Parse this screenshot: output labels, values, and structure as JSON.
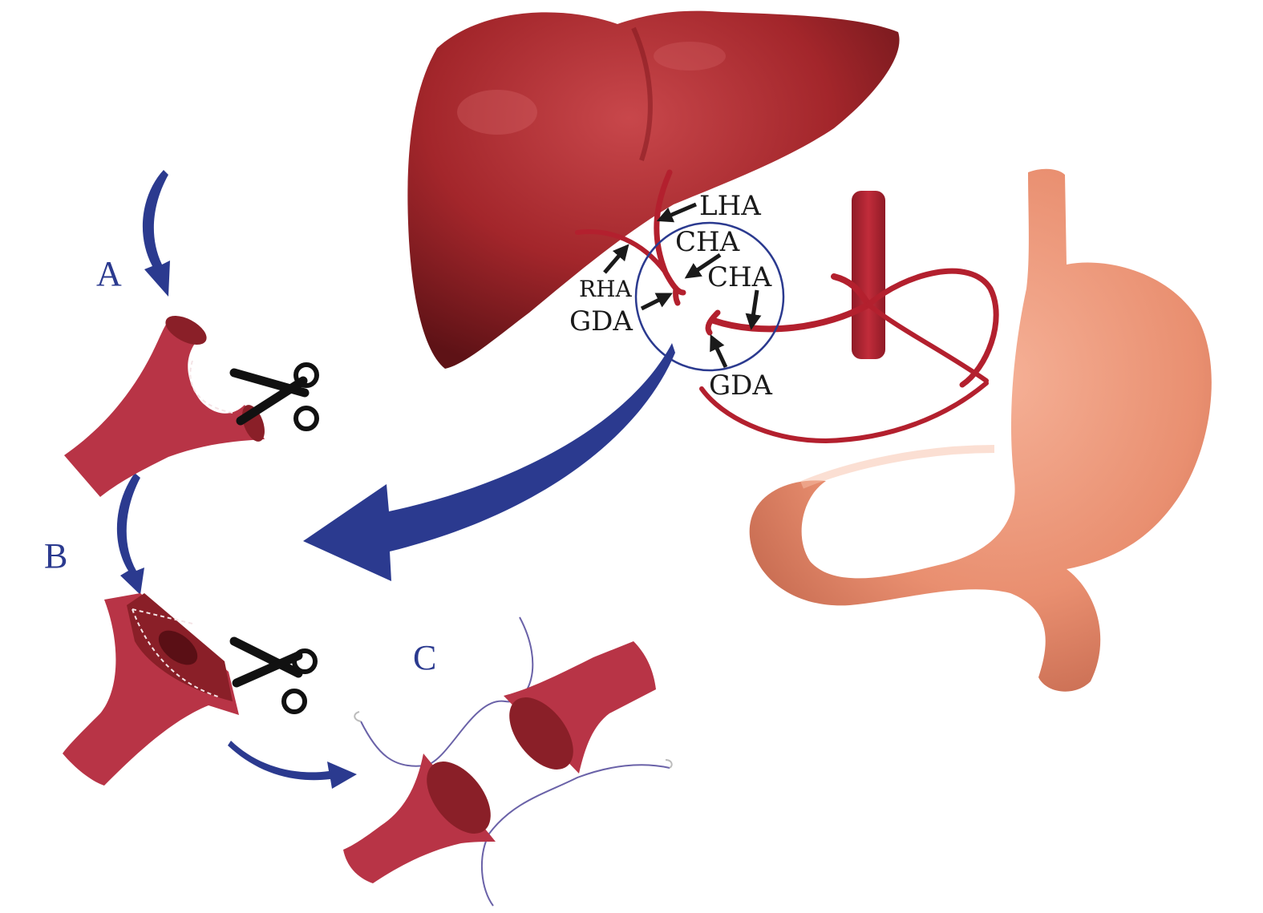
{
  "figure": {
    "steps": {
      "a": "A",
      "b": "B",
      "c": "C"
    },
    "vessel_labels": {
      "lha": "LHA",
      "cha_upper": "CHA",
      "cha_right": "CHA",
      "rha": "RHA",
      "gda_left": "GDA",
      "gda_lower": "GDA"
    },
    "colors": {
      "liver": "#a3262b",
      "artery": "#b3202e",
      "vessel_graft": "#b83446",
      "vessel_lumen": "#8a1f28",
      "stomach": "#eb9373",
      "flow_arrow": "#2b3a8f",
      "label_arrow": "#1a1a1a",
      "suture": "#6a62a8"
    }
  }
}
